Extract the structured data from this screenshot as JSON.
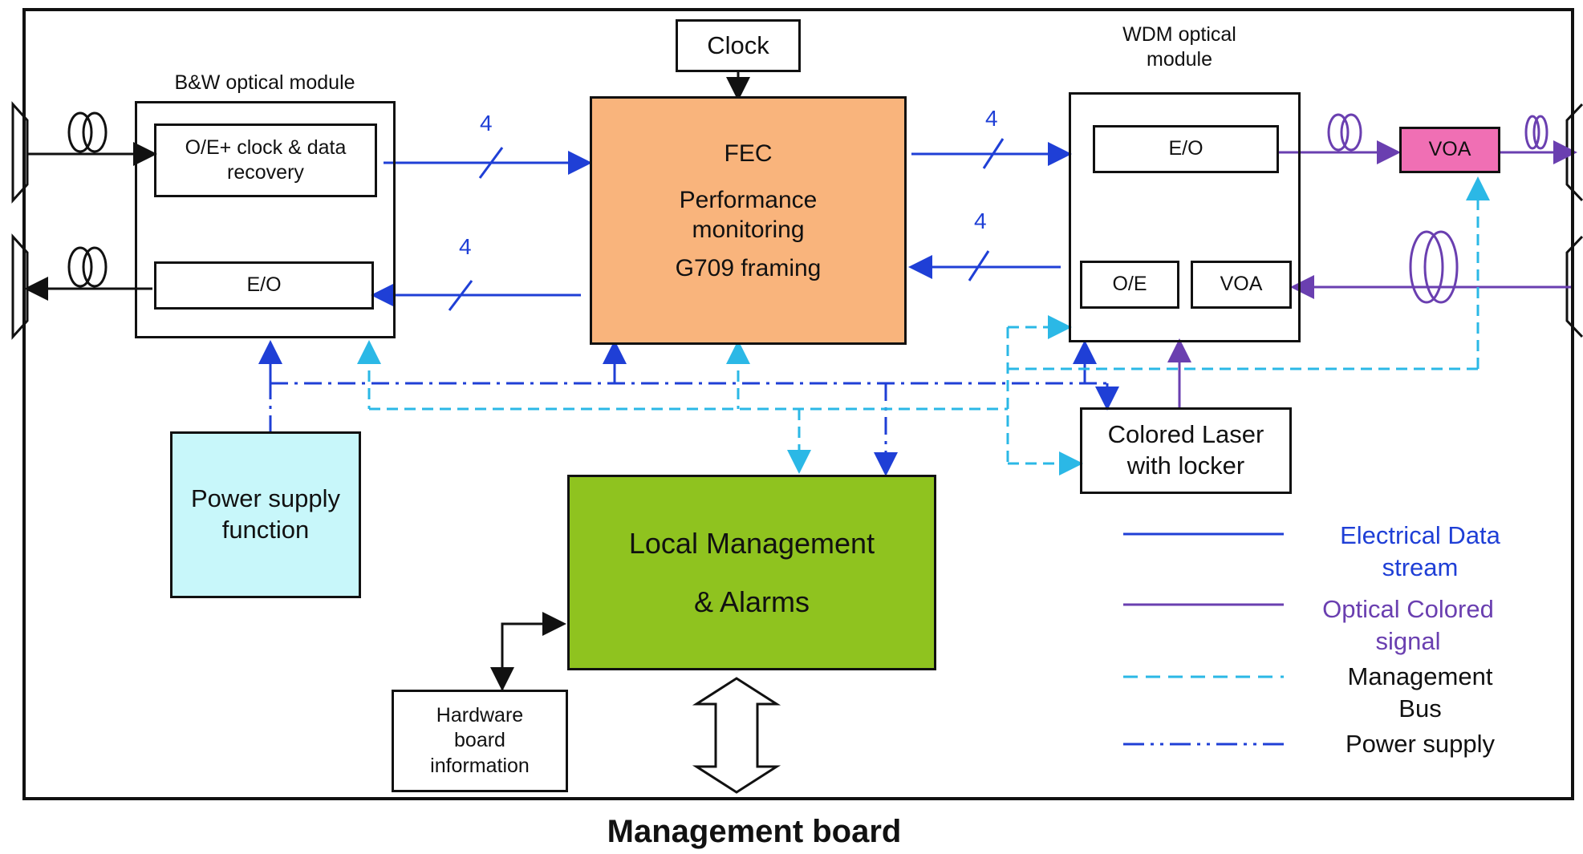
{
  "title": "Management board",
  "modules": {
    "bw": {
      "label": "B&W optical module",
      "oe_clock": "O/E+ clock & data\nrecovery",
      "eo": "E/O"
    },
    "clock": "Clock",
    "fec": {
      "line1": "FEC",
      "line2": "Performance\nmonitoring",
      "line3": "G709 framing"
    },
    "wdm": {
      "label": "WDM optical\nmodule",
      "eo": "E/O",
      "oe": "O/E",
      "voa": "VOA"
    },
    "voa_out": "VOA",
    "power_supply": "Power supply\nfunction",
    "local_mgmt": {
      "line1": "Local Management",
      "line2": "& Alarms"
    },
    "colored_laser": "Colored Laser\nwith locker",
    "hardware_info": "Hardware\nboard\ninformation"
  },
  "bus_widths": [
    "4",
    "4",
    "4",
    "4"
  ],
  "legend": [
    {
      "label": "Electrical Data\nstream",
      "color": "#1f3fd6",
      "style": "solid"
    },
    {
      "label": "Optical Colored\nsignal",
      "color": "#6a3fb0",
      "style": "solid"
    },
    {
      "label": "Management\nBus",
      "color": "#2bb8e6",
      "style": "dashed"
    },
    {
      "label": "Power supply",
      "color": "#1f3fd6",
      "style": "dashdot"
    }
  ],
  "colors": {
    "fec_fill": "#f9b47c",
    "local_mgmt_fill": "#8fc31f",
    "power_fill": "#c8f7fa",
    "voa_fill": "#f06fb4",
    "electrical": "#1f3fd6",
    "optical": "#6a3fb0",
    "mgmt": "#2bb8e6"
  }
}
